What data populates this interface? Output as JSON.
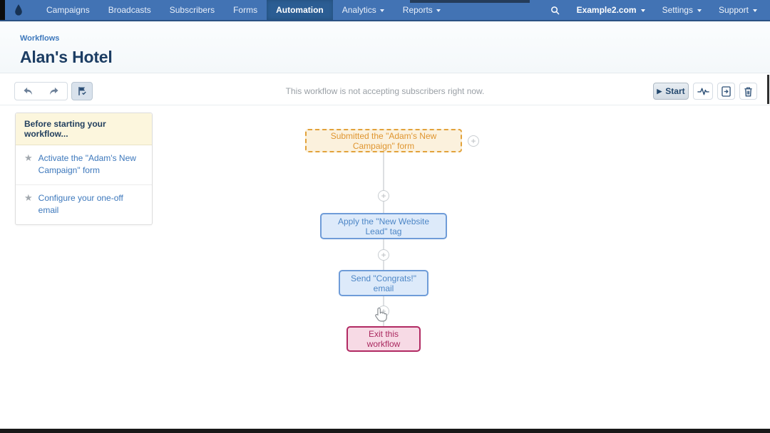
{
  "nav": {
    "items": [
      {
        "label": "Campaigns",
        "active": false,
        "dropdown": false
      },
      {
        "label": "Broadcasts",
        "active": false,
        "dropdown": false
      },
      {
        "label": "Subscribers",
        "active": false,
        "dropdown": false
      },
      {
        "label": "Forms",
        "active": false,
        "dropdown": false
      },
      {
        "label": "Automation",
        "active": true,
        "dropdown": false
      },
      {
        "label": "Analytics",
        "active": false,
        "dropdown": true
      },
      {
        "label": "Reports",
        "active": false,
        "dropdown": true
      }
    ],
    "right": {
      "account_label": "Example2.com",
      "settings_label": "Settings",
      "support_label": "Support"
    }
  },
  "header": {
    "breadcrumb": "Workflows",
    "title": "Alan's Hotel"
  },
  "toolbar": {
    "status_message": "This workflow is not accepting subscribers right now.",
    "start_label": "Start"
  },
  "checklist": {
    "title": "Before starting your workflow...",
    "items": [
      "Activate the \"Adam's New Campaign\" form",
      "Configure your one-off email"
    ]
  },
  "workflow": {
    "nodes": [
      {
        "type": "trigger",
        "label": "Submitted the \"Adam's New Campaign\" form"
      },
      {
        "type": "action",
        "label": "Apply the \"New Website Lead\" tag"
      },
      {
        "type": "action",
        "label": "Send \"Congrats!\" email"
      },
      {
        "type": "exit",
        "label": "Exit this workflow"
      }
    ]
  },
  "icons": {
    "star": "★",
    "play": "▶",
    "plus": "+"
  },
  "colors": {
    "nav_bg": "#4273b4",
    "nav_active_bg": "#2b5d93",
    "link": "#3d78bc",
    "title_text": "#1c3d63",
    "checklist_header_bg": "#fcf6dd",
    "trigger_border": "#e2a23b",
    "trigger_text": "#df9530",
    "action_border": "#6f9cd8",
    "action_text": "#4d86c6",
    "exit_border": "#b12a63",
    "exit_text": "#aa2a60"
  }
}
